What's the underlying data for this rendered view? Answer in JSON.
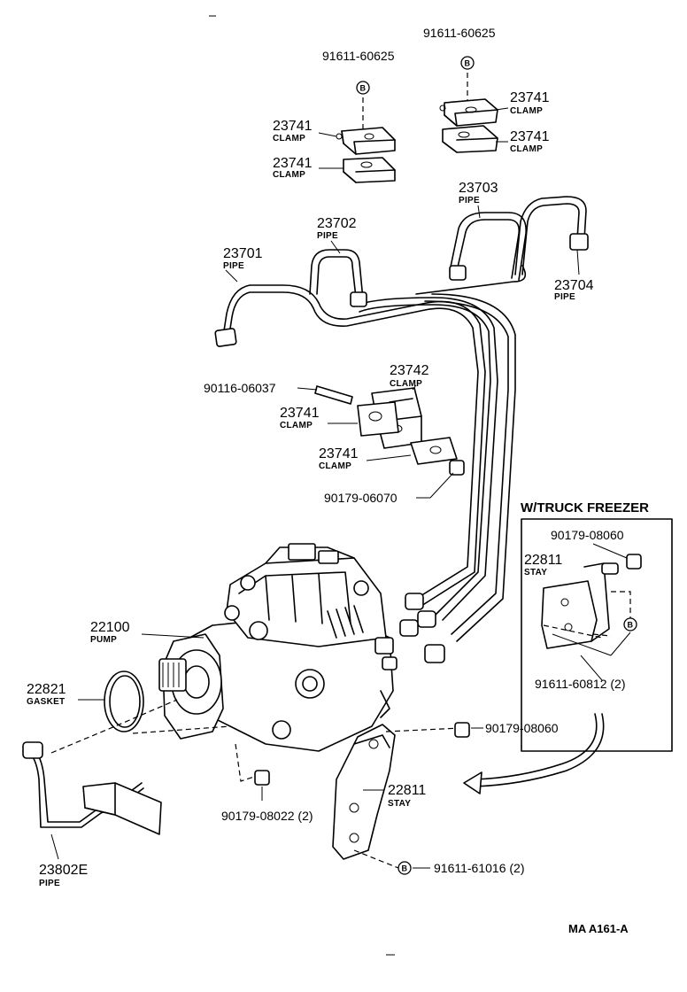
{
  "labels": {
    "bolt_top_left": "91611-60625",
    "bolt_top_right": "91611-60625",
    "clamp_tl_upper_no": "23741",
    "clamp_tl_upper_name": "CLAMP",
    "clamp_tl_lower_no": "23741",
    "clamp_tl_lower_name": "CLAMP",
    "clamp_tr_upper_no": "23741",
    "clamp_tr_upper_name": "CLAMP",
    "clamp_tr_lower_no": "23741",
    "clamp_tr_lower_name": "CLAMP",
    "pipe_3_no": "23703",
    "pipe_3_name": "PIPE",
    "pipe_2_no": "23702",
    "pipe_2_name": "PIPE",
    "pipe_1_no": "23701",
    "pipe_1_name": "PIPE",
    "pipe_4_no": "23704",
    "pipe_4_name": "PIPE",
    "stud": "90116-06037",
    "clamp_mid_no": "23742",
    "clamp_mid_name": "CLAMP",
    "clamp_m1_no": "23741",
    "clamp_m1_name": "CLAMP",
    "clamp_m2_no": "23741",
    "clamp_m2_name": "CLAMP",
    "nut_mid": "90179-06070",
    "freezer_title": "W/TRUCK FREEZER",
    "freezer_nut": "90179-08060",
    "freezer_stay_no": "22811",
    "freezer_stay_name": "STAY",
    "freezer_bolt": "91611-60812 (2)",
    "pump_no": "22100",
    "pump_name": "PUMP",
    "gasket_no": "22821",
    "gasket_name": "GASKET",
    "nut_right": "90179-08060",
    "stay_no": "22811",
    "stay_name": "STAY",
    "nut_bottom": "90179-08022 (2)",
    "pipe_e_no": "23802E",
    "pipe_e_name": "PIPE",
    "bolt_bottom": "91611-61016 (2)",
    "figure_code": "MA A161-A",
    "bolt_symbol": "B"
  }
}
